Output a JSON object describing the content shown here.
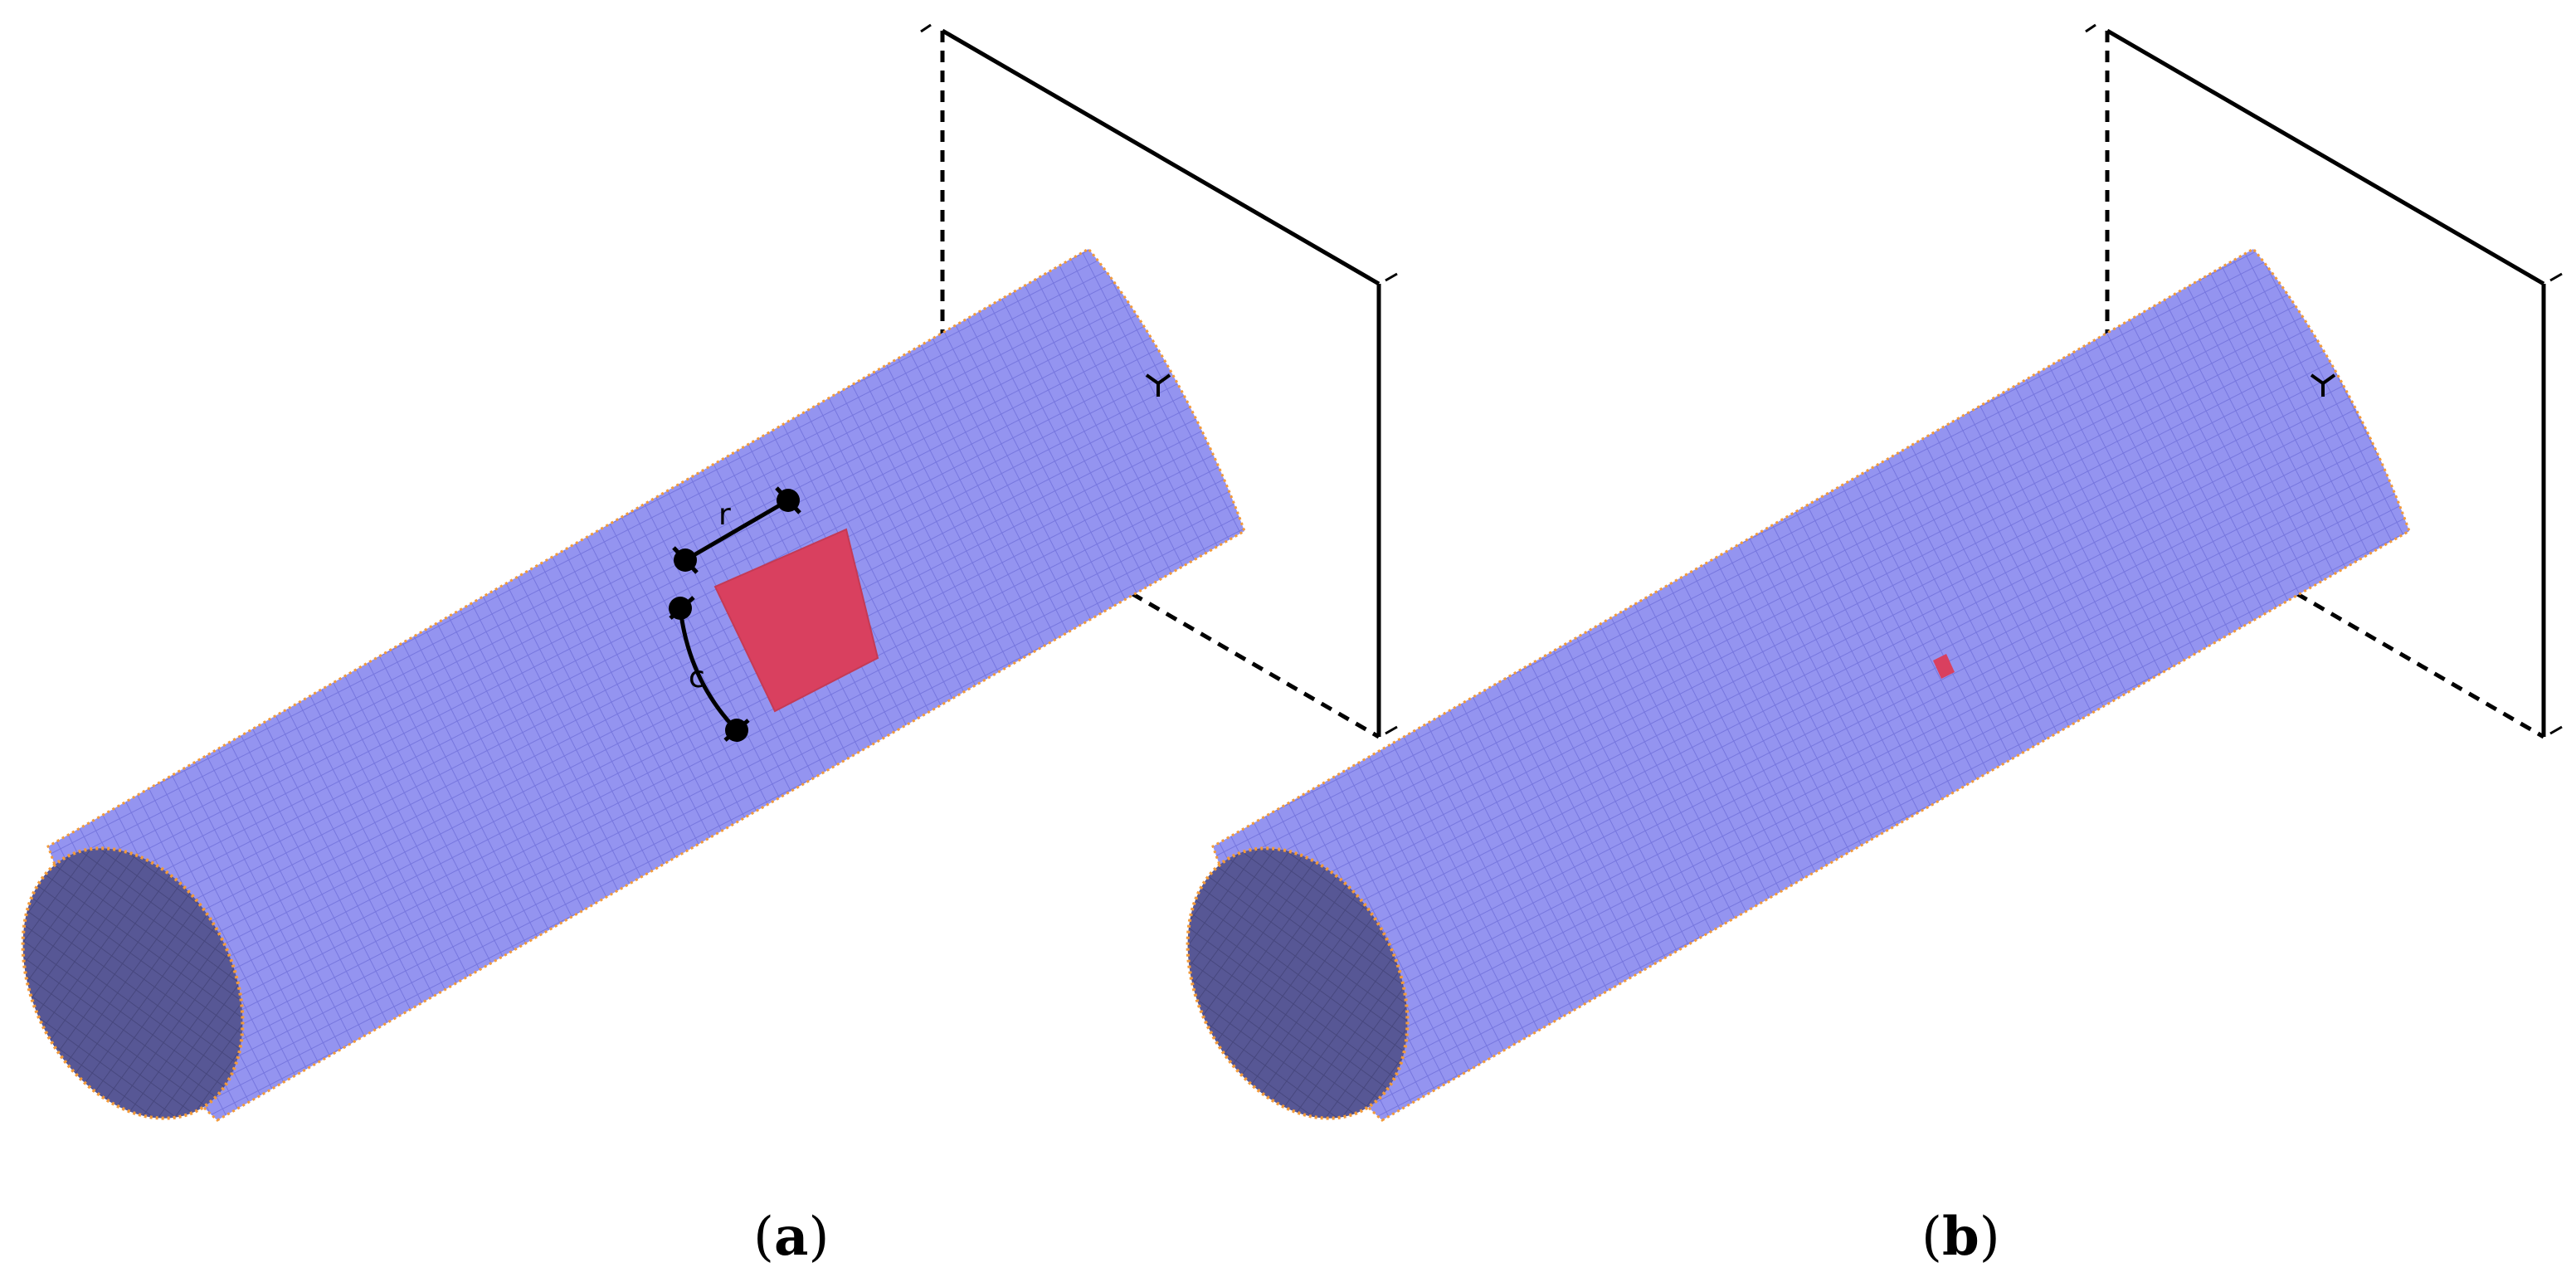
{
  "panels": [
    {
      "id": "a",
      "caption_open": "(",
      "caption_letter": "a",
      "caption_close": ")",
      "dimension_labels": {
        "r": "r",
        "c": "c"
      },
      "damage_patch": "large"
    },
    {
      "id": "b",
      "caption_open": "(",
      "caption_letter": "b",
      "caption_close": ")",
      "damage_patch": "small"
    }
  ],
  "colors": {
    "mesh_fill": "#9494f0",
    "mesh_line": "#7474dc",
    "inner_fill": "#565690",
    "damage_fill": "#d9405f",
    "boundary_nodes": "#f29a3a",
    "frame": "#000000"
  }
}
